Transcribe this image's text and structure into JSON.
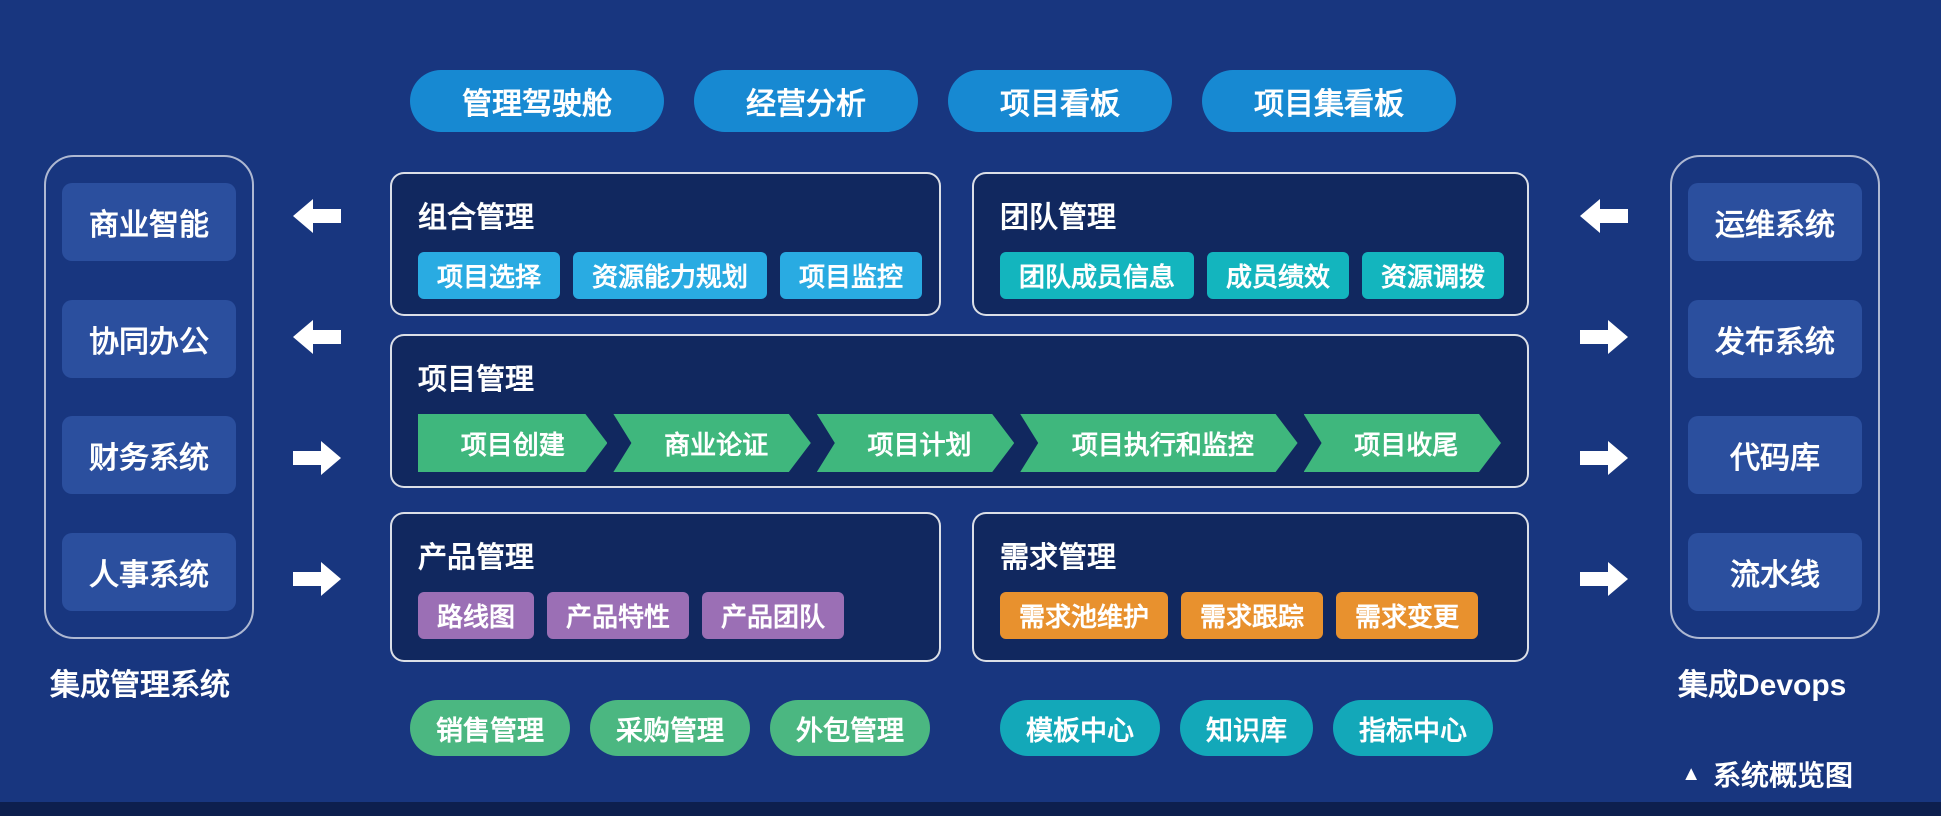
{
  "colors": {
    "background": "#18367F",
    "panel_bg": "#11285F",
    "panel_border": "#FFFFFF",
    "side_box_bg": "#2B4F9E",
    "pill_blue": "#1789D2",
    "chip_skyblue": "#29ABE2",
    "chip_teal": "#13B5BE",
    "chip_purple": "#9B6FB5",
    "chip_orange": "#E8912E",
    "chevron_green": "#3FB77D",
    "pill_green": "#4BB781",
    "pill_teal": "#13A8B9",
    "text": "#FFFFFF"
  },
  "top_pills": [
    "管理驾驶舱",
    "经营分析",
    "项目看板",
    "项目集看板"
  ],
  "left_system": {
    "label": "集成管理系统",
    "items": [
      "商业智能",
      "协同办公",
      "财务系统",
      "人事系统"
    ],
    "arrow_directions": [
      "left",
      "left",
      "right",
      "right"
    ]
  },
  "panels": {
    "portfolio": {
      "title": "组合管理",
      "chips": [
        "项目选择",
        "资源能力规划",
        "项目监控"
      ]
    },
    "team": {
      "title": "团队管理",
      "chips": [
        "团队成员信息",
        "成员绩效",
        "资源调拨"
      ]
    },
    "project": {
      "title": "项目管理",
      "steps": [
        "项目创建",
        "商业论证",
        "项目计划",
        "项目执行和监控",
        "项目收尾"
      ]
    },
    "product": {
      "title": "产品管理",
      "chips": [
        "路线图",
        "产品特性",
        "产品团队"
      ]
    },
    "requirement": {
      "title": "需求管理",
      "chips": [
        "需求池维护",
        "需求跟踪",
        "需求变更"
      ]
    }
  },
  "bottom_pills": {
    "green": [
      "销售管理",
      "采购管理",
      "外包管理"
    ],
    "teal": [
      "模板中心",
      "知识库",
      "指标中心"
    ]
  },
  "right_system": {
    "label": "集成Devops",
    "items": [
      "运维系统",
      "发布系统",
      "代码库",
      "流水线"
    ],
    "arrow_directions": [
      "left",
      "right",
      "right",
      "right"
    ]
  },
  "caption": {
    "marker": "▲",
    "text": "系统概览图"
  }
}
